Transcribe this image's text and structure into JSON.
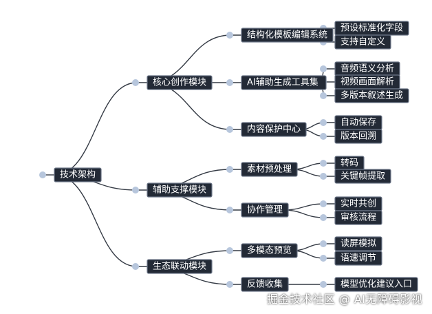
{
  "root": "技术架构",
  "branches": [
    {
      "label": "核心创作模块",
      "children": [
        {
          "label": "结构化模板编辑系统",
          "children": [
            "预设标准化字段",
            "支持自定义"
          ]
        },
        {
          "label": "AI辅助生成工具集",
          "children": [
            "音频语义分析",
            "视频画面解析",
            "多版本叙述生成"
          ]
        },
        {
          "label": "内容保护中心",
          "children": [
            "自动保存",
            "版本回溯"
          ]
        }
      ]
    },
    {
      "label": "辅助支撑模块",
      "children": [
        {
          "label": "素材预处理",
          "children": [
            "转码",
            "关键帧提取"
          ]
        },
        {
          "label": "协作管理",
          "children": [
            "实时共创",
            "审核流程"
          ]
        }
      ]
    },
    {
      "label": "生态联动模块",
      "children": [
        {
          "label": "多模态预览",
          "children": [
            "读屏模拟",
            "语速调节"
          ]
        },
        {
          "label": "反馈收集",
          "children": [
            "模型优化建议入口"
          ]
        }
      ]
    }
  ],
  "watermark": "掘金技术社区 @ AI无障碍影视",
  "colors": {
    "node_fill": "#232a36",
    "node_stroke": "#6d7789",
    "connector": "#353b45",
    "dot": "#b7c6dc"
  }
}
